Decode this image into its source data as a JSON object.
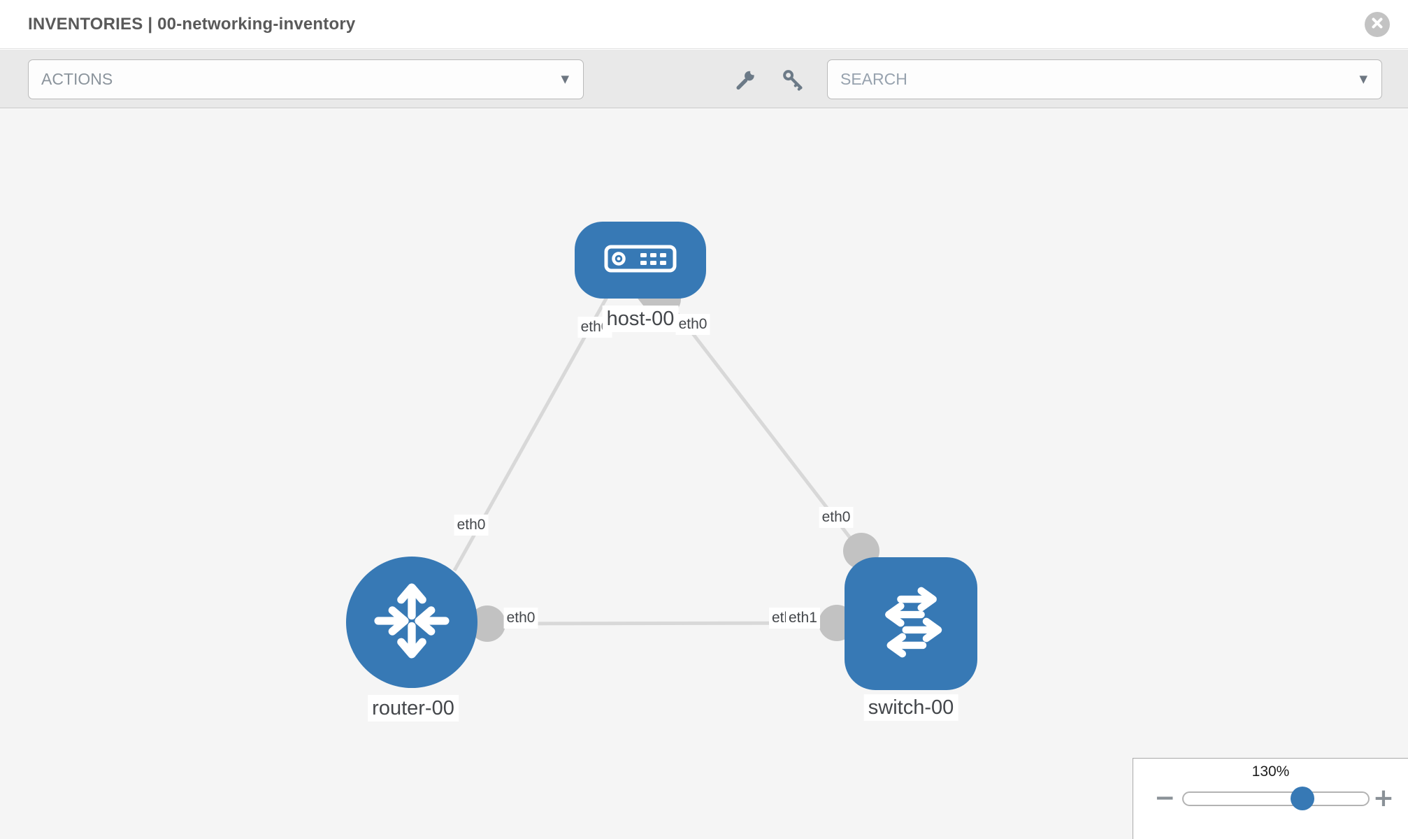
{
  "header": {
    "title": "INVENTORIES | 00-networking-inventory",
    "close_icon": "close-circle-icon"
  },
  "toolbar": {
    "actions_label": "ACTIONS",
    "search_placeholder": "SEARCH",
    "caret": "▼",
    "icons": [
      "wrench-icon",
      "key-icon"
    ]
  },
  "colors": {
    "node_blue": "#3779b5",
    "link_gray": "#d8d8d8",
    "connector_gray": "#c2c2c2",
    "canvas_bg": "#f5f5f5",
    "toolbar_bg": "#e9e9e9"
  },
  "topology": {
    "nodes": [
      {
        "id": "host-00",
        "type": "host",
        "label": "host-00",
        "icon": "server-icon"
      },
      {
        "id": "router-00",
        "type": "router",
        "label": "router-00",
        "icon": "router-arrows-icon"
      },
      {
        "id": "switch-00",
        "type": "switch",
        "label": "switch-00",
        "icon": "switch-arrows-icon"
      }
    ],
    "interfaces": {
      "host_to_router": "eth0",
      "host_to_switch": "eth0",
      "router_to_host": "eth0",
      "switch_to_host": "eth0",
      "router_to_switch": "eth0",
      "switch_to_router_back": "eth0",
      "switch_to_router_front": "eth1"
    }
  },
  "zoom_control": {
    "level": "130%",
    "minus_label": "−",
    "plus_label": "+"
  }
}
